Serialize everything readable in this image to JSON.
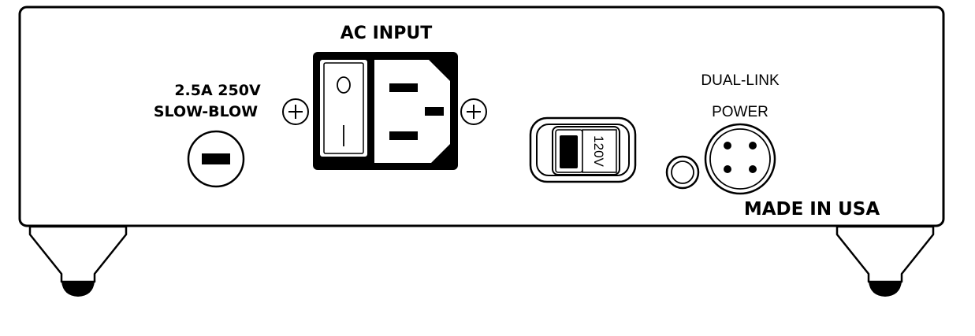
{
  "panel": {
    "fuse_label_line1": "2.5A 250V",
    "fuse_label_line2": "SLOW-BLOW",
    "ac_input_label": "AC INPUT",
    "voltage_selector_value": "120V",
    "dual_link_label_line1": "DUAL-LINK",
    "dual_link_label_line2": "POWER",
    "made_in_label": "MADE IN USA"
  },
  "icons": {
    "fuse_holder": "fuse-holder-icon",
    "power_switch": "rocker-switch-icon",
    "iec_inlet": "iec-c14-inlet-icon",
    "ground_screw": "ground-screw-icon",
    "voltage_selector": "voltage-selector-icon",
    "led": "led-indicator-icon",
    "four_pin_connector": "4-pin-connector-icon",
    "foot": "chassis-foot-icon"
  },
  "colors": {
    "ink": "#000000",
    "background": "#ffffff",
    "selector_fill": "#f5f5f5"
  }
}
